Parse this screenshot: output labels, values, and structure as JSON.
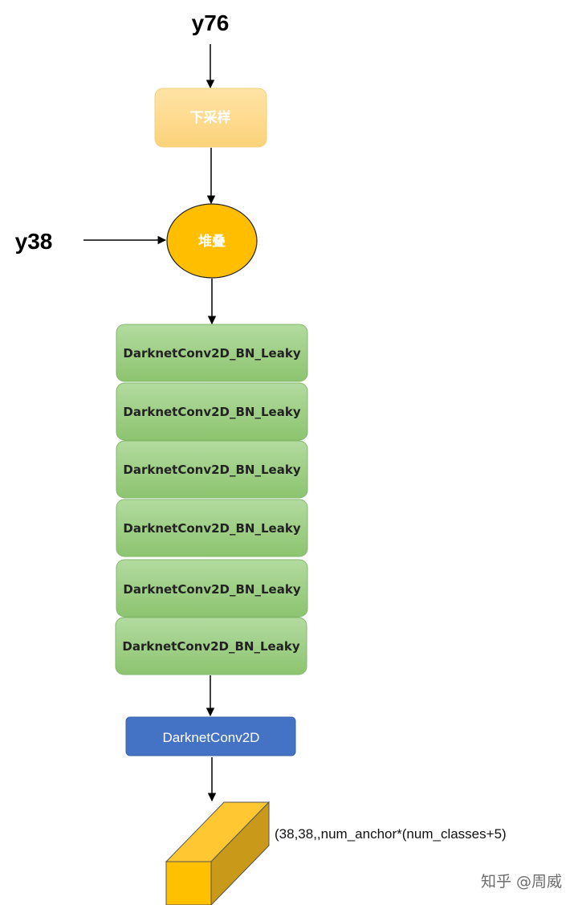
{
  "inputs": {
    "top": "y76",
    "left": "y38"
  },
  "nodes": {
    "downsample": "下采样",
    "concat": "堆叠",
    "conv_blocks": [
      "DarknetConv2D_BN_Leaky",
      "DarknetConv2D_BN_Leaky",
      "DarknetConv2D_BN_Leaky",
      "DarknetConv2D_BN_Leaky",
      "DarknetConv2D_BN_Leaky",
      "DarknetConv2D_BN_Leaky"
    ],
    "final_conv": "DarknetConv2D"
  },
  "output": {
    "shape_label": "(38,38,,num_anchor*(num_classes+5)"
  },
  "watermark": "知乎 @周威",
  "colors": {
    "downsample_fill": "#fbd98d",
    "concat_fill": "#ffbf00",
    "conv_fill": "#97cc7c",
    "final_conv_fill": "#4472c4",
    "tensor_front": "#ffc000",
    "tensor_top": "#ffc833",
    "tensor_side": "#c9991a"
  }
}
